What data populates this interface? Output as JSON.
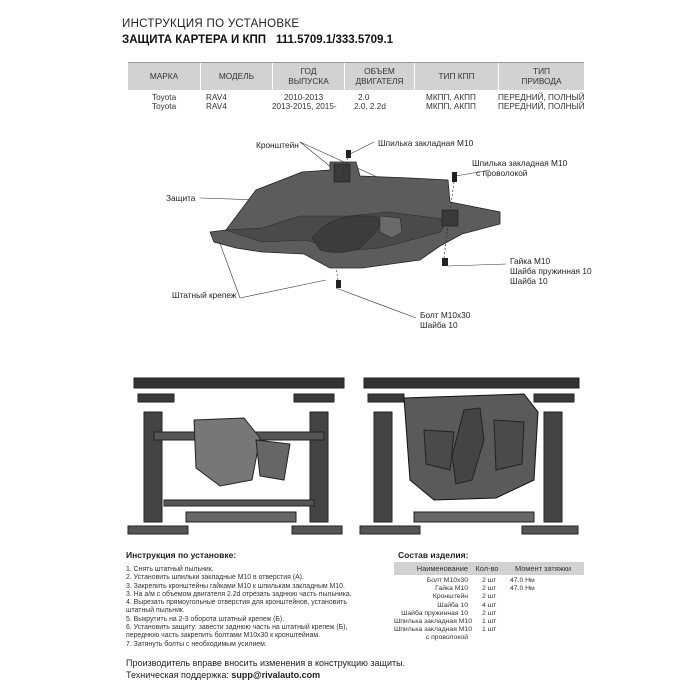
{
  "header": {
    "line1": "ИНСТРУКЦИЯ ПО УСТАНОВКЕ",
    "line2": "ЗАЩИТА КАРТЕРА И КПП",
    "code": "111.5709.1/333.5709.1"
  },
  "spec_table": {
    "columns": [
      "МАРКА",
      "МОДЕЛЬ",
      "ГОД\nВЫПУСКА",
      "ОБЪЕМ\nДВИГАТЕЛЯ",
      "ТИП КПП",
      "ТИП\nПРИВОДА"
    ],
    "rows": [
      [
        "Toyota",
        "RAV4",
        "2010-2013",
        "2.0",
        "МКПП, АКПП",
        "ПЕРЕДНИЙ, ПОЛНЫЙ"
      ],
      [
        "Toyota",
        "RAV4",
        "2013-2015, 2015-",
        "2.0, 2.2d",
        "МКПП, АКПП",
        "ПЕРЕДНИЙ, ПОЛНЫЙ"
      ]
    ]
  },
  "diagram_labels": {
    "bracket": "Кронштейн",
    "stud_m10": "Шпилька закладная М10",
    "stud_m10_wire_1": "Шпилька закладная М10",
    "stud_m10_wire_2": "с проволокой",
    "shield": "Защита",
    "nut_1": "Гайка М10",
    "nut_2": "Шайба пружинная 10",
    "nut_3": "Шайба 10",
    "std_mount": "Штатный крепеж",
    "bolt_1": "Болт М10х30",
    "bolt_2": "Шайба 10"
  },
  "instructions": {
    "title": "Инструкция по установке:",
    "steps": [
      "1. Снять штатный пыльник.",
      "2. Установить шпильки закладные М10 в отверстия (А).",
      "3. Закрепить кронштейны гайками М10 к шпилькам закладным М10.",
      "3. На а/м с объемом двигателя 2.2d отрезать заднюю часть пыльника.",
      "4. Вырезать прямоугольные отверстия для кронштейнов, установить",
      "    штатный пыльник.",
      "5. Выкрутить на 2-3 оборота штатный крепеж (Б).",
      "6. Установить защиту: завести заднюю часть на штатный крепеж (Б),",
      "    переднюю часть закрепить болтами М10х30 к кронштейнам.",
      "7. Затянуть болты с необходимым усилием."
    ]
  },
  "parts": {
    "title": "Состав изделия:",
    "columns": [
      "Наименование",
      "Кол-во",
      "Момент затяжки"
    ],
    "rows": [
      [
        "Болт М10х30",
        "2 шт",
        "47.0 Нм"
      ],
      [
        "Гайка М10",
        "2 шт",
        "47.0 Нм"
      ],
      [
        "Кронштейн",
        "2 шт",
        ""
      ],
      [
        "Шайба 10",
        "4 шт",
        ""
      ],
      [
        "Шайба пружинная 10",
        "2 шт",
        ""
      ],
      [
        "Шпилька закладная М10",
        "1 шт",
        ""
      ],
      [
        "Шпилька закладная М10",
        "1 шт",
        ""
      ],
      [
        "с проволокой",
        "",
        ""
      ]
    ]
  },
  "footer": {
    "notice": "Производитель вправе вносить изменения в конструкцию защиты.",
    "support_label": "Техническая поддержка:",
    "support_email": "supp@rivalauto.com"
  }
}
